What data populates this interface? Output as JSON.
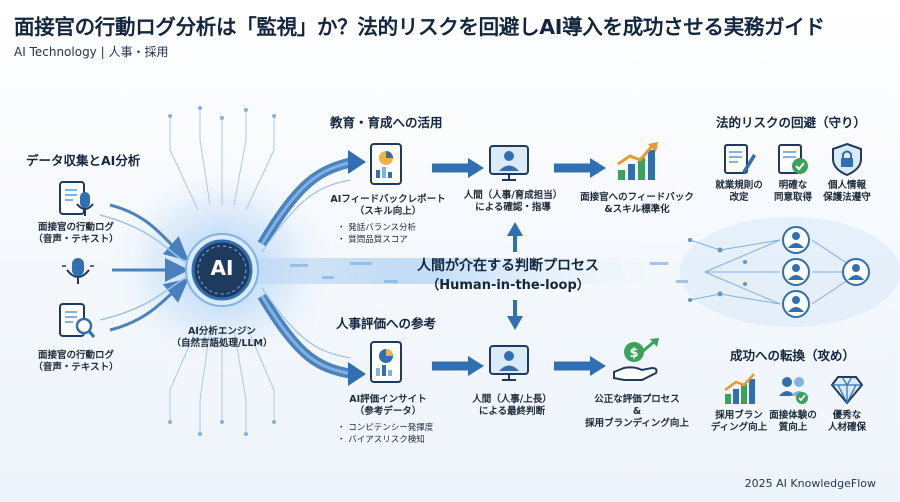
{
  "header": {
    "title": "面接官の行動ログ分析は「監視」か？法的リスクを回避しAI導入を成功させる実務ガイド",
    "subtitle": "AI Technology | 人事・採用"
  },
  "left": {
    "heading": "データ収集とAI分析",
    "log_top": [
      "面接官の行動ログ",
      "（音声・テキスト）"
    ],
    "log_bottom": [
      "面接官の行動ログ",
      "（音声・テキスト）"
    ],
    "engine": [
      "AI分析エンジン",
      "（自然言語処理/LLM）"
    ],
    "ai_label": "AI"
  },
  "education": {
    "heading": "教育・育成への活用",
    "report": [
      "AIフィードバックレポート",
      "（スキル向上）"
    ],
    "bullets": [
      "・ 発話バランス分析",
      "・ 質問品質スコア"
    ],
    "human": [
      "人間（人事/育成担当）",
      "による確認・指導"
    ],
    "result": [
      "面接官へのフィードバック",
      "&スキル標準化"
    ]
  },
  "center": {
    "line1": "人間が介在する判断プロセス",
    "line2": "（Human-in-the-loop）"
  },
  "evaluation": {
    "heading": "人事評価への参考",
    "insight": [
      "AI評価インサイト",
      "（参考データ）"
    ],
    "bullets": [
      "・ コンピテンシー発揮度",
      "・ バイアスリスク検知"
    ],
    "human": [
      "人間（人事/上長）",
      "による最終判断"
    ],
    "result": [
      "公正な評価プロセス",
      "&",
      "採用ブランディング向上"
    ]
  },
  "legal": {
    "heading": "法的リスクの回避（守り）",
    "items": [
      {
        "icon": "document-pen-icon",
        "label": [
          "就業規則の",
          "改定"
        ]
      },
      {
        "icon": "consent-check-icon",
        "label": [
          "明確な",
          "同意取得"
        ]
      },
      {
        "icon": "shield-lock-icon",
        "label": [
          "個人情報",
          "保護法遵守"
        ]
      }
    ]
  },
  "success": {
    "heading": "成功への転換（攻め）",
    "items": [
      {
        "icon": "growth-chart-icon",
        "label": [
          "採用ブラン",
          "ディング向上"
        ]
      },
      {
        "icon": "people-quality-icon",
        "label": [
          "面接体験の",
          "質向上"
        ]
      },
      {
        "icon": "diamond-icon",
        "label": [
          "優秀な",
          "人材確保"
        ]
      }
    ]
  },
  "footer": {
    "credit": "2025 AI KnowledgeFlow"
  },
  "colors": {
    "navy": "#1e3a5f",
    "blue": "#2f6fb2",
    "light_blue": "#7fb2e6",
    "green": "#3aa35b",
    "orange": "#e89a2b"
  }
}
